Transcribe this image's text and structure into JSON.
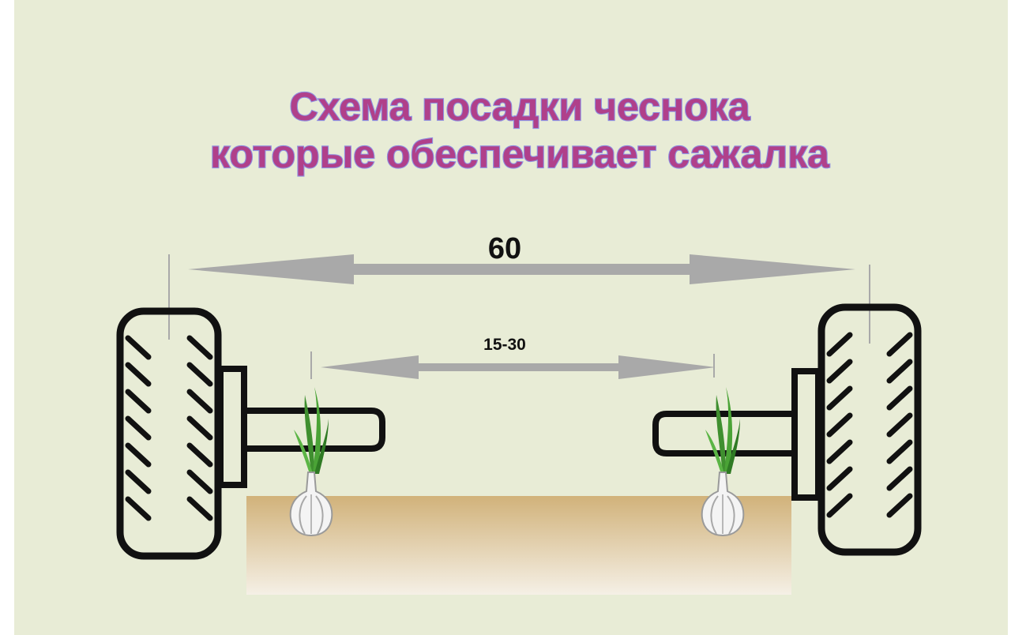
{
  "title": {
    "line1": "Схема посадки чеснока",
    "line2": "которые обеспечивает сажалка"
  },
  "dimensions": {
    "wheel_track": "60",
    "row_spacing": "15-30"
  },
  "colors": {
    "background": "#e8ecd6",
    "title_fill": "#b0408a",
    "title_outline": "#8f8fe0",
    "arrow": "#a9a9a9",
    "outline": "#111111",
    "soil_top": "#d1b27a",
    "soil_bottom": "#f5f0e6",
    "leaf": "#3f8f2f",
    "bulb": "#f4f4f4"
  },
  "icons": [
    "wheel-icon",
    "axle-icon",
    "garlic-icon",
    "double-arrow-icon"
  ]
}
